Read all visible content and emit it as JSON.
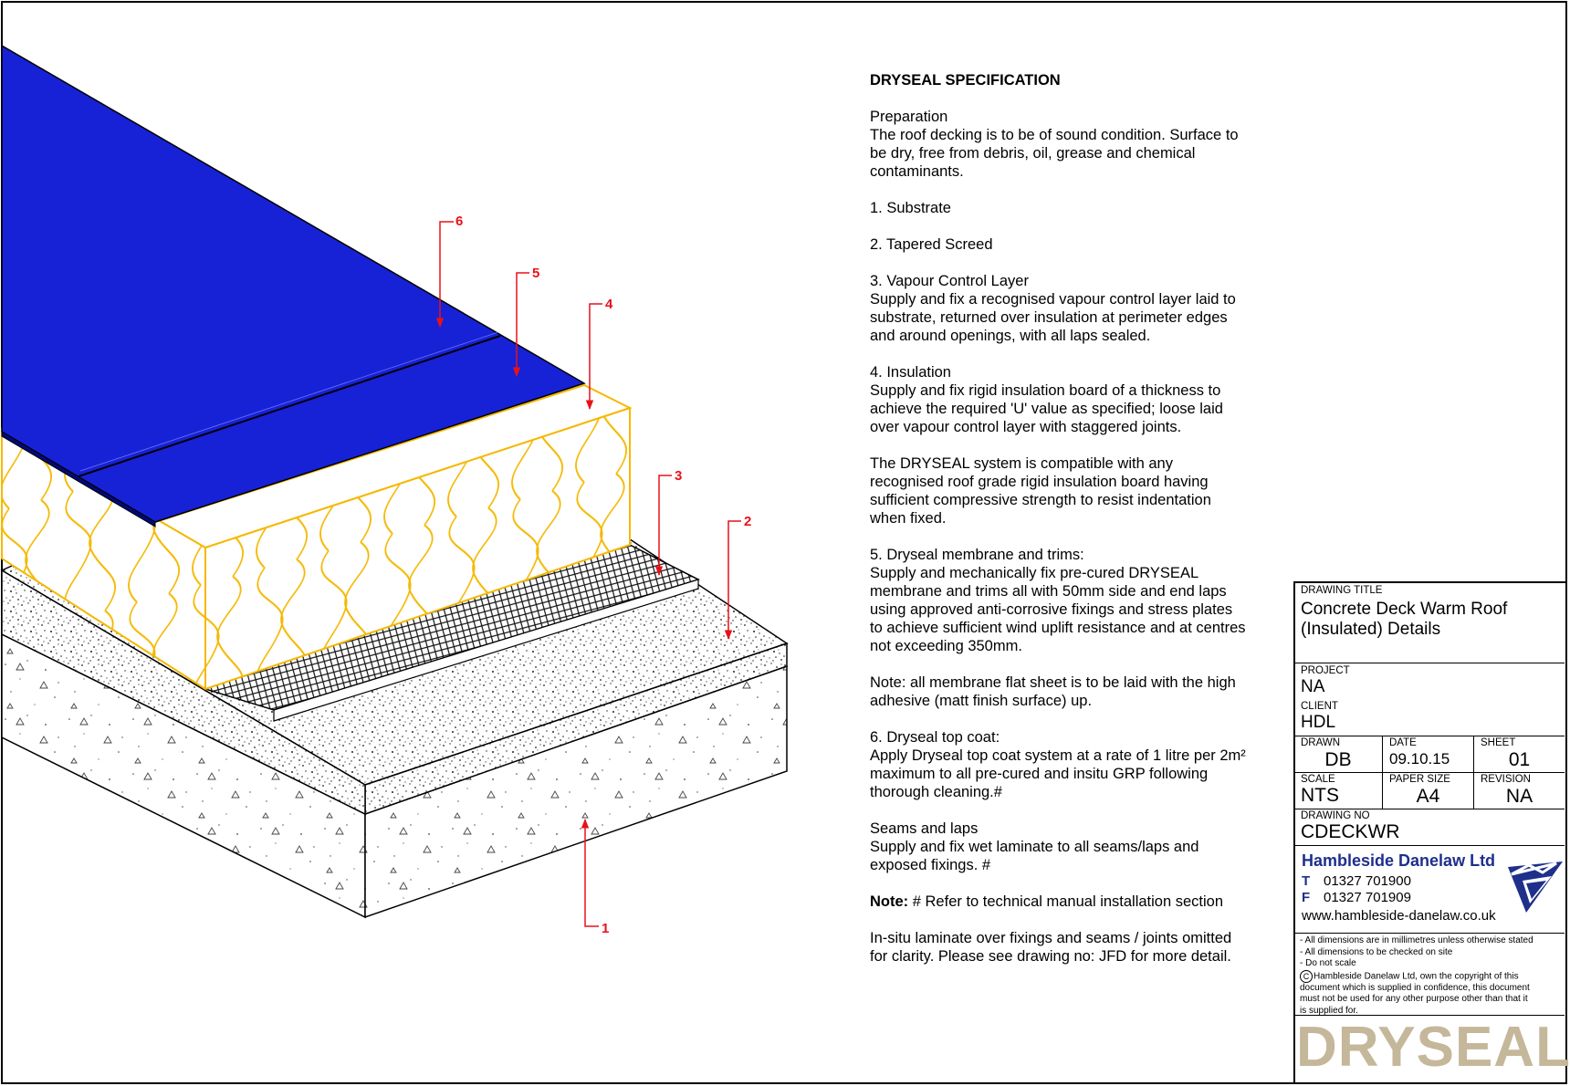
{
  "colors": {
    "membrane": "#1722d6",
    "insulation": "#f5b800",
    "callout": "#e8111a",
    "brand_blue": "#1e2f8c",
    "logo_tan": "#c5b79a"
  },
  "callouts": [
    "1",
    "2",
    "3",
    "4",
    "5",
    "6"
  ],
  "spec": {
    "title": "DRYSEAL SPECIFICATION",
    "preparation_heading": "Preparation",
    "preparation_lines": [
      "The roof decking is to be of sound condition. Surface to",
      "be dry, free from debris, oil, grease and chemical",
      "contaminants."
    ],
    "item1": "1. Substrate",
    "item2": "2. Tapered Screed",
    "item3_heading": "3. Vapour Control Layer",
    "item3_lines": [
      "Supply and fix a recognised vapour control layer laid to",
      "substrate, returned over insulation at perimeter edges",
      "and around openings, with all laps sealed."
    ],
    "item4_heading": "4. Insulation",
    "item4_lines": [
      "Supply and fix rigid insulation board of a thickness to",
      "achieve the required 'U' value as specified; loose laid",
      "over vapour control layer with staggered joints."
    ],
    "compat_lines": [
      "The DRYSEAL system is compatible with any",
      "recognised roof grade rigid insulation board having",
      "sufficient compressive strength to resist indentation",
      "when fixed."
    ],
    "item5_heading": "5. Dryseal membrane and trims:",
    "item5_lines": [
      "Supply and mechanically fix pre-cured DRYSEAL",
      "membrane and trims all with 50mm side and end laps",
      "using approved anti-corrosive fixings and stress plates",
      "to achieve sufficient wind uplift resistance and at centres",
      "not exceeding 350mm."
    ],
    "note_lines": [
      "Note: all membrane flat sheet is to be laid with the high",
      "adhesive (matt finish surface) up."
    ],
    "item6_heading": "6. Dryseal top coat:",
    "item6_lines": [
      "Apply Dryseal top coat system at a rate of 1 litre per 2m²",
      "maximum to all pre-cured and insitu GRP following",
      "thorough cleaning.#"
    ],
    "seams_heading": "Seams and laps",
    "seams_lines": [
      "Supply and fix wet laminate to all seams/laps and",
      "exposed fixings. #"
    ],
    "hash_note_bold": "Note:",
    "hash_note_rest": " # Refer to technical manual installation section",
    "insitu_lines": [
      "In-situ laminate over fixings and seams / joints omitted",
      "for clarity. Please see drawing no: JFD for more detail."
    ]
  },
  "titleblock": {
    "drawing_title_label": "DRAWING TITLE",
    "drawing_title_line1": "Concrete Deck Warm Roof",
    "drawing_title_line2": "(Insulated) Details",
    "project_label": "PROJECT",
    "project": "NA",
    "client_label": "CLIENT",
    "client": "HDL",
    "drawn_label": "DRAWN",
    "drawn": "DB",
    "date_label": "DATE",
    "date": "09.10.15",
    "sheet_label": "SHEET",
    "sheet": "01",
    "scale_label": "SCALE",
    "scale": "NTS",
    "paper_label": "PAPER SIZE",
    "paper": "A4",
    "revision_label": "REVISION",
    "revision": "NA",
    "drawing_no_label": "DRAWING NO",
    "drawing_no": "CDECKWR",
    "company": "Hambleside Danelaw Ltd",
    "tel_prefix": "T",
    "tel": "01327 701900",
    "fax_prefix": "F",
    "fax": "01327 701909",
    "web": "www.hambleside-danelaw.co.uk",
    "notes": [
      "- All dimensions are in millimetres unless otherwise stated",
      "- All dimensions to be checked on site",
      "- Do not scale"
    ],
    "copyright_lines": [
      "Hambleside Danelaw Ltd, own the copyright of this",
      "document which is supplied in confidence, this document",
      "must not be used for any other purpose other than that it",
      "is supplied for."
    ],
    "logo": "DRYSEAL",
    "logo_mark": "®",
    "copyright_symbol": "C"
  }
}
